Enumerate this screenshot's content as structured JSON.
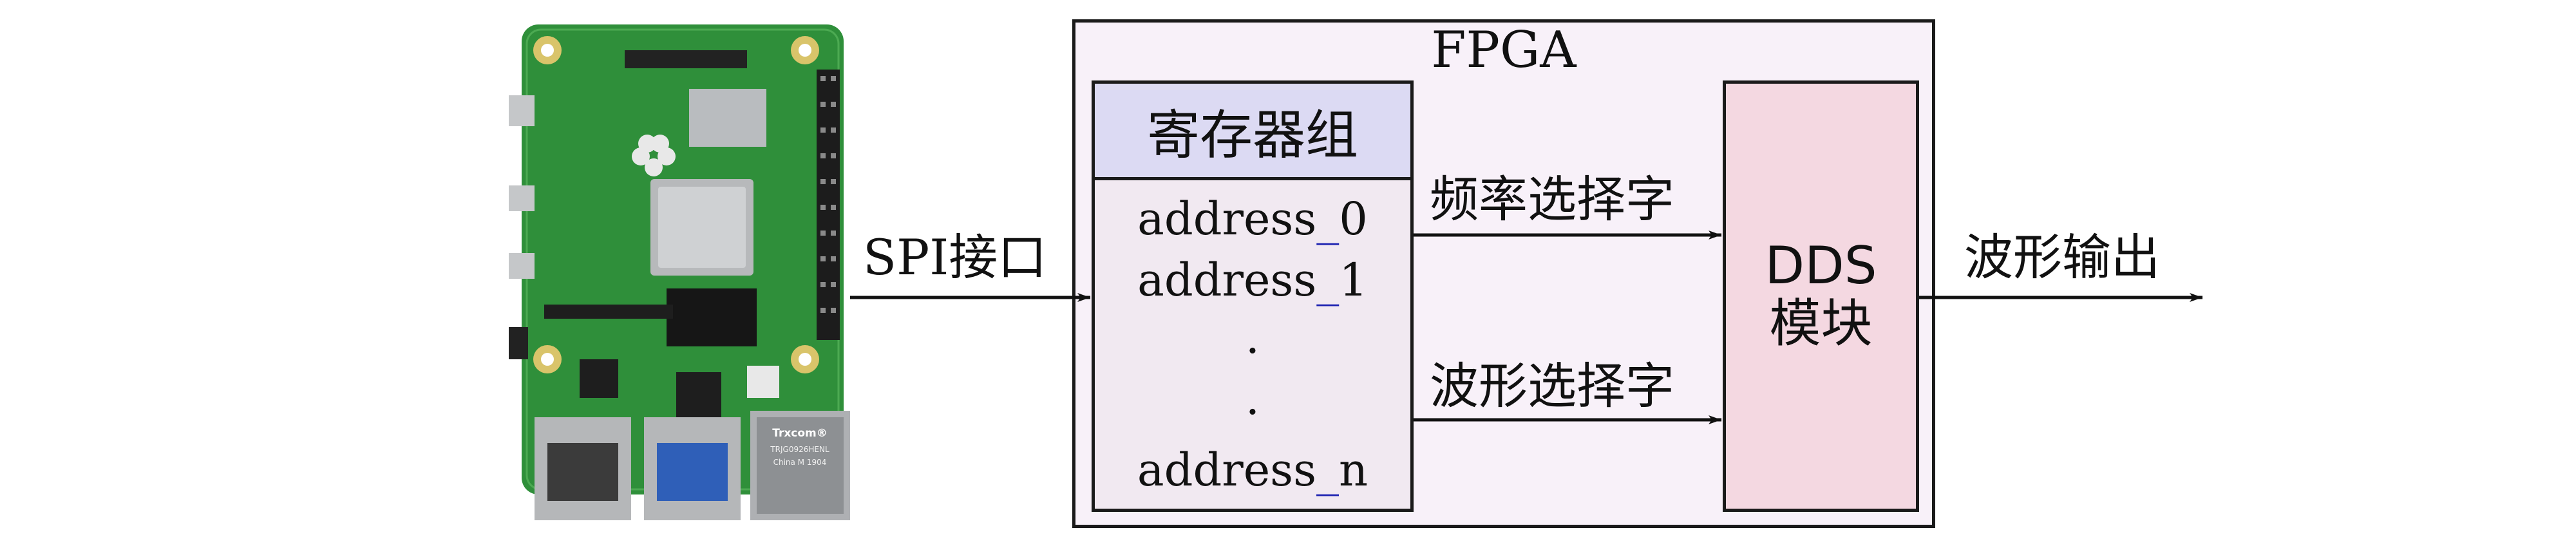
{
  "fpga": {
    "title": "FPGA"
  },
  "register_group": {
    "title": "寄存器组",
    "addresses": [
      {
        "prefix": "address",
        "underscore": "_",
        "suffix": "0"
      },
      {
        "prefix": "address",
        "underscore": "_",
        "suffix": "1"
      },
      {
        "prefix": "address",
        "underscore": "_",
        "suffix": "n"
      }
    ],
    "ellipsis": [
      "·",
      "·"
    ]
  },
  "dds": {
    "line1": "DDS",
    "line2": "模块"
  },
  "edges": {
    "spi": "SPI接口",
    "frequency_word": "频率选择字",
    "waveform_word": "波形选择字",
    "output": "波形输出"
  },
  "board": {
    "ethernet_chip_brand": "Trxcom®",
    "ethernet_chip_part": "TRJG0926HENL",
    "ethernet_chip_origin": "China M 1904"
  },
  "colors": {
    "fpga_fill": "#f8f1f9",
    "register_header_fill": "#dcdaf3",
    "register_body_fill": "#f1e9f1",
    "dds_fill": "#f4d8e1",
    "underscore": "#1a1fb0",
    "board_green": "#2f8f3a"
  }
}
